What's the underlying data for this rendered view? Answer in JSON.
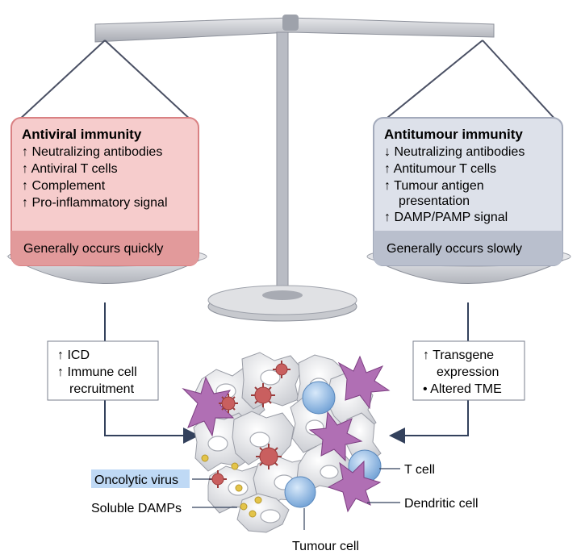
{
  "left_panel": {
    "title": "Antiviral immunity",
    "lines": [
      "↑ Neutralizing antibodies",
      "↑ Antiviral T cells",
      "↑ Complement",
      "↑ Pro-inflammatory signal"
    ],
    "footer": "Generally occurs quickly",
    "colors": {
      "fill": "#f6cccc",
      "footer": "#e29a9b",
      "border": "#d98183"
    }
  },
  "right_panel": {
    "title": "Antitumour immunity",
    "lines": [
      "↓ Neutralizing antibodies",
      "↑ Antitumour T cells",
      "↑ Tumour antigen",
      "presentation",
      "↑ DAMP/PAMP signal"
    ],
    "footer": "Generally occurs slowly",
    "colors": {
      "fill": "#dde1ea",
      "footer": "#b9bfcd",
      "border": "#a3aabb"
    }
  },
  "left_effects": {
    "lines": [
      "↑ ICD",
      "↑ Immune cell",
      "recruitment"
    ]
  },
  "right_effects": {
    "lines": [
      "↑ Transgene",
      "expression",
      "• Altered TME"
    ]
  },
  "labels": {
    "oncolytic_virus": "Oncolytic virus",
    "soluble_damps": "Soluble DAMPs",
    "t_cell": "T cell",
    "dendritic_cell": "Dendritic cell",
    "tumour_cell": "Tumour cell"
  },
  "icons": {
    "scale": "balance-scale-icon",
    "virus": "virus-icon",
    "t_cell": "t-cell-icon",
    "dendritic_cell": "dendritic-cell-icon",
    "tumour_cell": "tumour-cell-icon",
    "damp": "damp-particle-icon"
  },
  "colors": {
    "scale": "#b9bcc4",
    "scale_dark": "#8d919b",
    "virus": "#c95f5f",
    "t_cell": "#8bb8e6",
    "dendritic_cell": "#b06fb4",
    "tumour_cell": "#e6e7ea",
    "damp": "#e3c44a",
    "arrow": "#33415c",
    "highlight": "#bfd9f5"
  }
}
